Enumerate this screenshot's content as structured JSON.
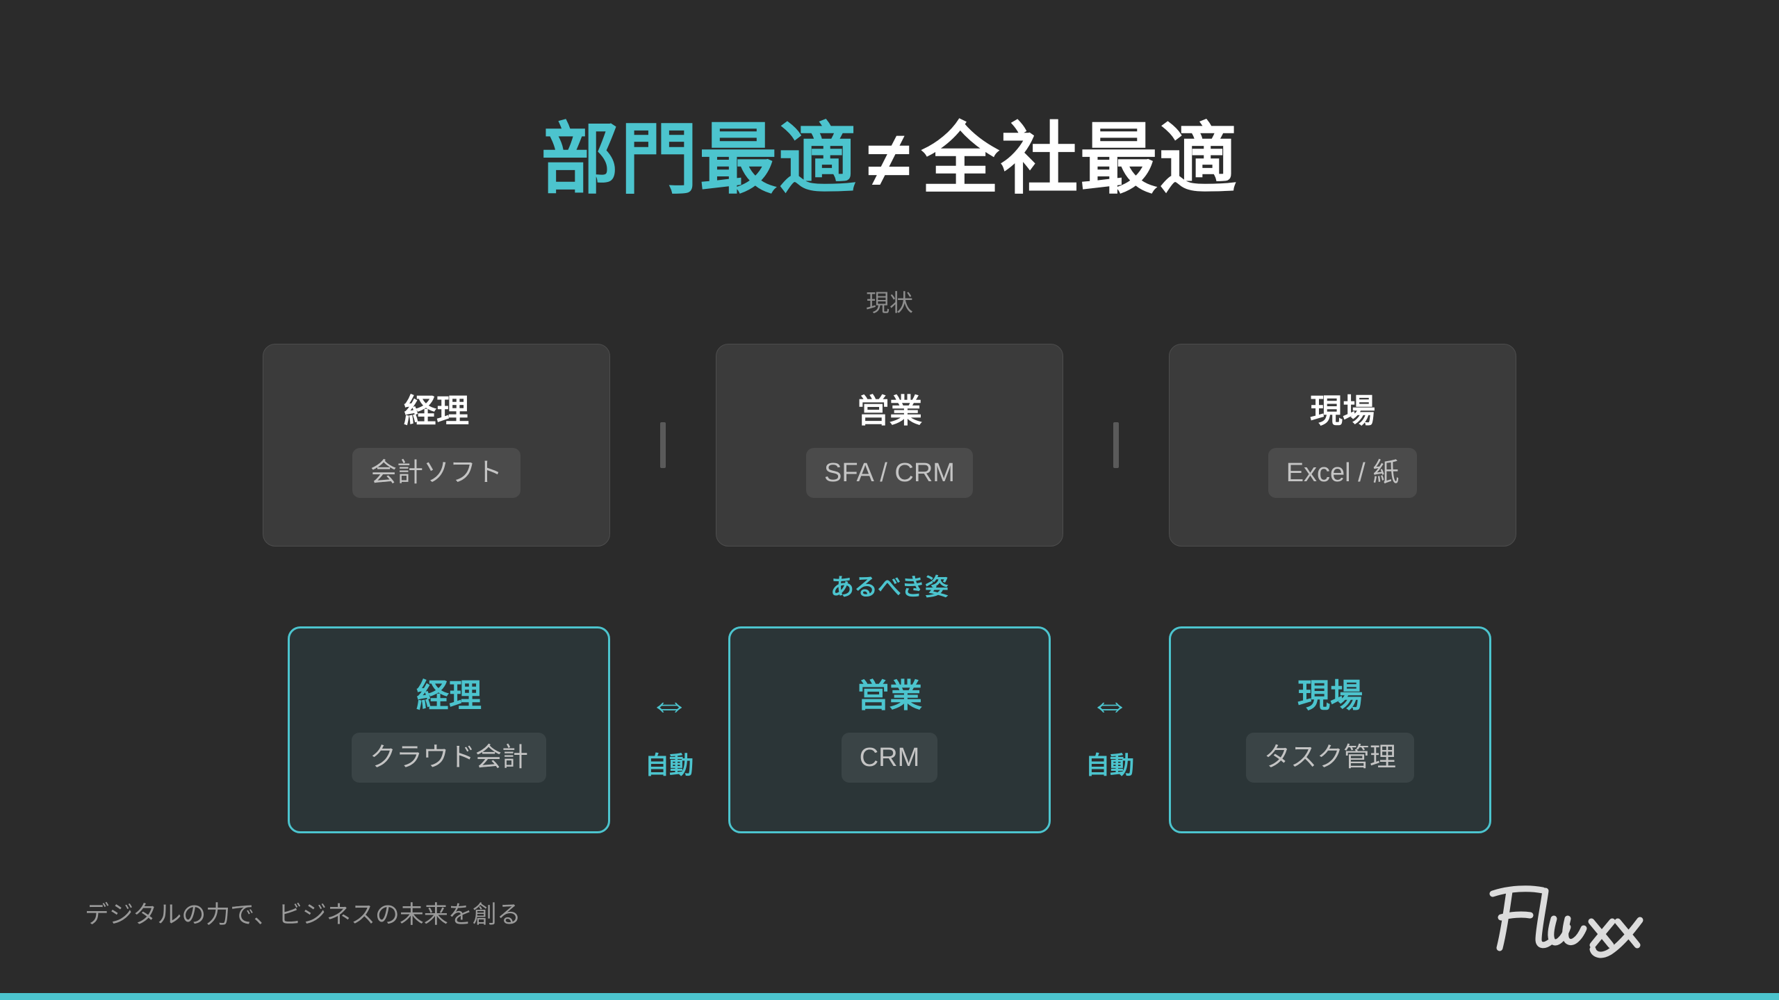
{
  "slide": {
    "background_color": "#2b2b2b",
    "accent_color": "#4cc4ce",
    "title": {
      "accent_text": "部門最適",
      "operator": "≠",
      "plain_text": "全社最適"
    },
    "sections": {
      "current_label": "現状",
      "ideal_label": "あるべき姿"
    },
    "current_row": {
      "cards": [
        {
          "title": "経理",
          "tag": "会計ソフト"
        },
        {
          "title": "営業",
          "tag": "SFA / CRM"
        },
        {
          "title": "現場",
          "tag": "Excel / 紙"
        }
      ],
      "dividers": [
        "divider-bar",
        "divider-bar"
      ]
    },
    "ideal_row": {
      "cards": [
        {
          "title": "経理",
          "tag": "クラウド会計"
        },
        {
          "title": "営業",
          "tag": "CRM"
        },
        {
          "title": "現場",
          "tag": "タスク管理"
        }
      ],
      "connectors": [
        {
          "icon": "⇔",
          "label": "自動"
        },
        {
          "icon": "⇔",
          "label": "自動"
        }
      ]
    },
    "footer": {
      "tagline": "デジタルの力で、ビジネスの未来を創る",
      "logo_text": "Fluxx"
    }
  }
}
